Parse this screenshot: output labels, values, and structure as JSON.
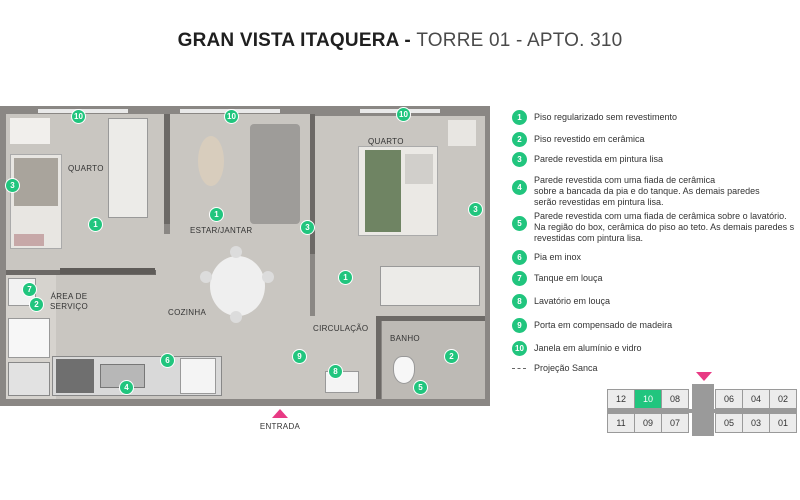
{
  "header": {
    "title_bold": "GRAN VISTA ITAQUERA",
    "separator": " - ",
    "title_sub": "TORRE 01 - APTO. 310"
  },
  "plan": {
    "rooms": {
      "quarto_left": "QUARTO",
      "quarto_right": "QUARTO",
      "estar": "ESTAR/JANTAR",
      "area_servico": "ÁREA DE\nSERVIÇO",
      "cozinha": "COZINHA",
      "circulacao": "CIRCULAÇÃO",
      "banho": "BANHO"
    },
    "badges": [
      "10",
      "10",
      "10",
      "1",
      "1",
      "1",
      "3",
      "3",
      "3",
      "7",
      "2",
      "2",
      "6",
      "4",
      "9",
      "8",
      "5"
    ],
    "entrance_label": "ENTRADA"
  },
  "legend": {
    "items": [
      {
        "num": "1",
        "text": "Piso regularizado sem revestimento"
      },
      {
        "num": "2",
        "text": "Piso revestido em cerâmica"
      },
      {
        "num": "3",
        "text": "Parede revestida em pintura lisa"
      },
      {
        "num": "4",
        "text": "Parede revestida com uma fiada de cerâmica\nsobre a bancada da pia e do tanque. As demais paredes\nserão revestidas em pintura lisa."
      },
      {
        "num": "5",
        "text": "Parede revestida com uma fiada de cerâmica sobre o lavatório.\nNa região do box, cerâmica do piso ao teto. As demais paredes s\nrevestidas com pintura lisa."
      },
      {
        "num": "6",
        "text": "Pia em inox"
      },
      {
        "num": "7",
        "text": "Tanque em louça"
      },
      {
        "num": "8",
        "text": "Lavatório em louça"
      },
      {
        "num": "9",
        "text": "Porta em compensado de madeira"
      },
      {
        "num": "10",
        "text": "Janela em alumínio e vidro"
      }
    ],
    "projection_label": "Projeção Sanca"
  },
  "tower_key": {
    "top_row": [
      "12",
      "10",
      "08",
      "06",
      "04",
      "02"
    ],
    "bottom_row": [
      "11",
      "09",
      "07",
      "05",
      "03",
      "01"
    ],
    "active": "10"
  },
  "colors": {
    "accent_green": "#21c57e",
    "marker_pink": "#e83a84"
  }
}
